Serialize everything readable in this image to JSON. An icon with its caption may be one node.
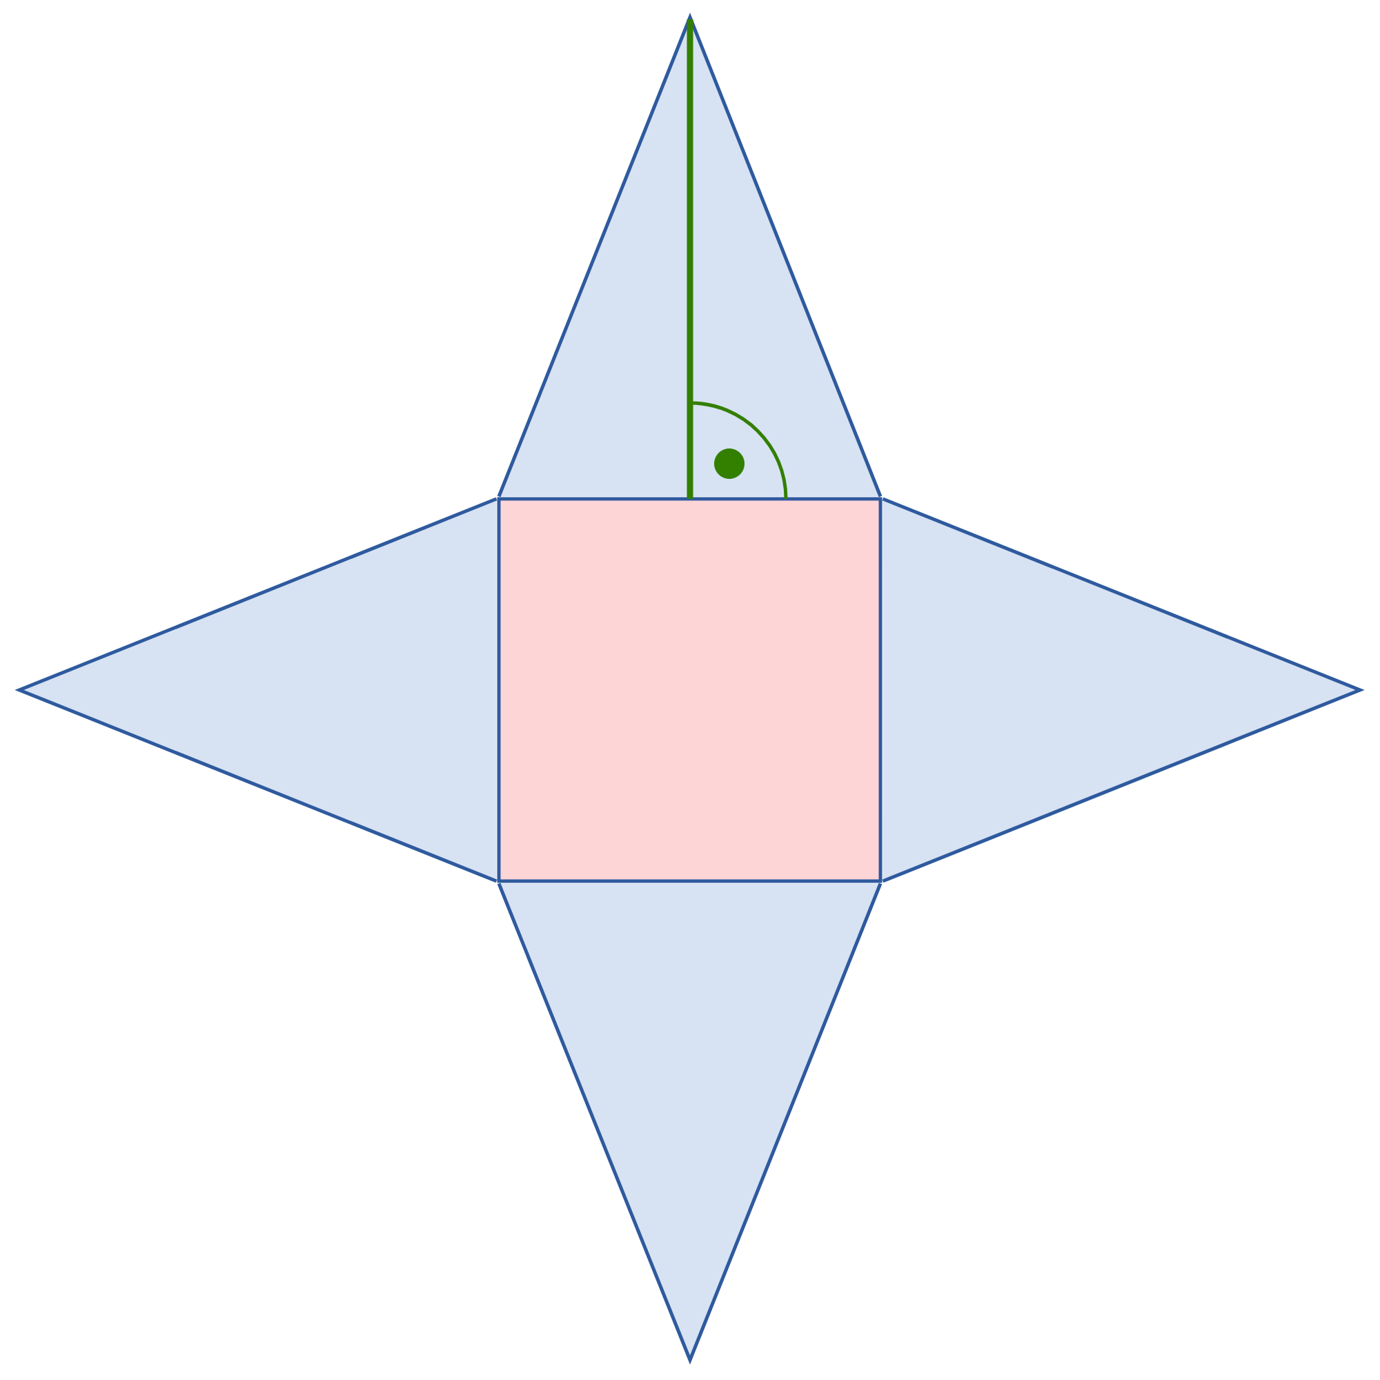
{
  "diagram": {
    "nodes": [
      {
        "text": [],
        "shape": "box"
      },
      {
        "text": [],
        "shape": "triangle"
      },
      {
        "text": [],
        "shape": "triangle"
      },
      {
        "text": [],
        "shape": "triangle"
      },
      {
        "text": [],
        "shape": "triangle"
      }
    ]
  }
}
